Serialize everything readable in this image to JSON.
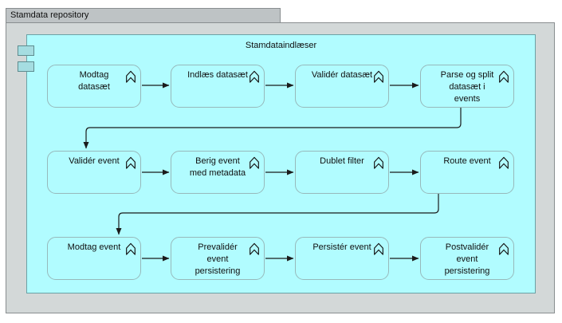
{
  "group": {
    "title": "Stamdata repository"
  },
  "component": {
    "title": "Stamdataindlæser",
    "rows": [
      {
        "boxes": [
          {
            "label": [
              "Modtag",
              "datasæt"
            ]
          },
          {
            "label": [
              "Indlæs datasæt"
            ]
          },
          {
            "label": [
              "Validér datasæt"
            ]
          },
          {
            "label": [
              "Parse og split",
              "datasæt i",
              "events"
            ]
          }
        ]
      },
      {
        "boxes": [
          {
            "label": [
              "Validér event"
            ]
          },
          {
            "label": [
              "Berig event",
              "med metadata"
            ]
          },
          {
            "label": [
              "Dublet filter"
            ]
          },
          {
            "label": [
              "Route event"
            ]
          }
        ]
      },
      {
        "boxes": [
          {
            "label": [
              "Modtag event"
            ]
          },
          {
            "label": [
              "Prevalidér",
              "event",
              "persistering"
            ]
          },
          {
            "label": [
              "Persistér event"
            ]
          },
          {
            "label": [
              "Postvalidér",
              "event",
              "persistering"
            ]
          }
        ]
      }
    ]
  },
  "icons": {
    "box_corner_icon": "chevron-up-process-icon",
    "component_left_edge": "component-port-icon"
  },
  "colors": {
    "component_fill": "#b1fcff",
    "component_border": "#6ba2a6",
    "group_tab_fill": "#bec3c5",
    "group_body_fill": "#d3d8d8",
    "box_border": "#97b9bb",
    "connector": "#1b1b1b",
    "text": "#101010"
  }
}
